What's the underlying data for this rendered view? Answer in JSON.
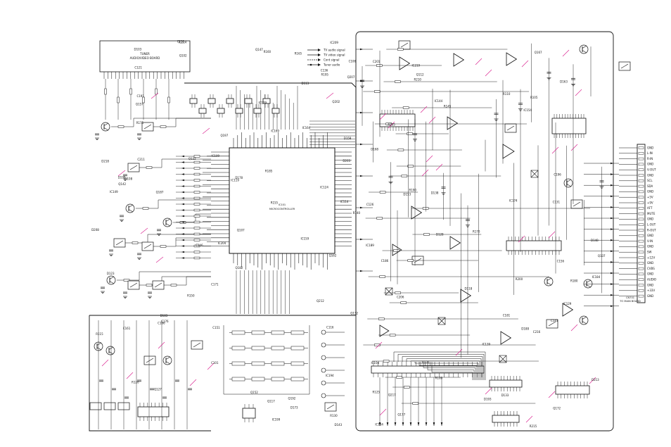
{
  "meta": {
    "sheet_color": "#ffffff",
    "ink": "#111111",
    "accent": "#d81b8c"
  },
  "legend": {
    "items": [
      "TV audio signal",
      "TV video signal",
      "Cont signal",
      "Tuner audio"
    ]
  },
  "top_label_box": {
    "line1": "TUNER",
    "line2": "AUDIO/VIDEO BOARD"
  },
  "mcu": {
    "ref": "IC101",
    "part": "MICROCONTROLLER"
  },
  "connectors": {
    "right": {
      "ref": "CN701",
      "part": "TO MAIN BOARD"
    }
  },
  "diagram": {
    "pin_labels_right": [
      "GND",
      "L-IN",
      "R-IN",
      "GND",
      "V-OUT",
      "GND",
      "SCL",
      "SDA",
      "GND",
      "+5V",
      "+9V",
      "AFT",
      "MUTE",
      "GND",
      "L-OUT",
      "R-OUT",
      "GND",
      "V-IN",
      "GND",
      "SW",
      "+12V",
      "GND",
      "CVBS",
      "GND",
      "AUDIO",
      "GND",
      "+33V",
      "GND"
    ]
  }
}
